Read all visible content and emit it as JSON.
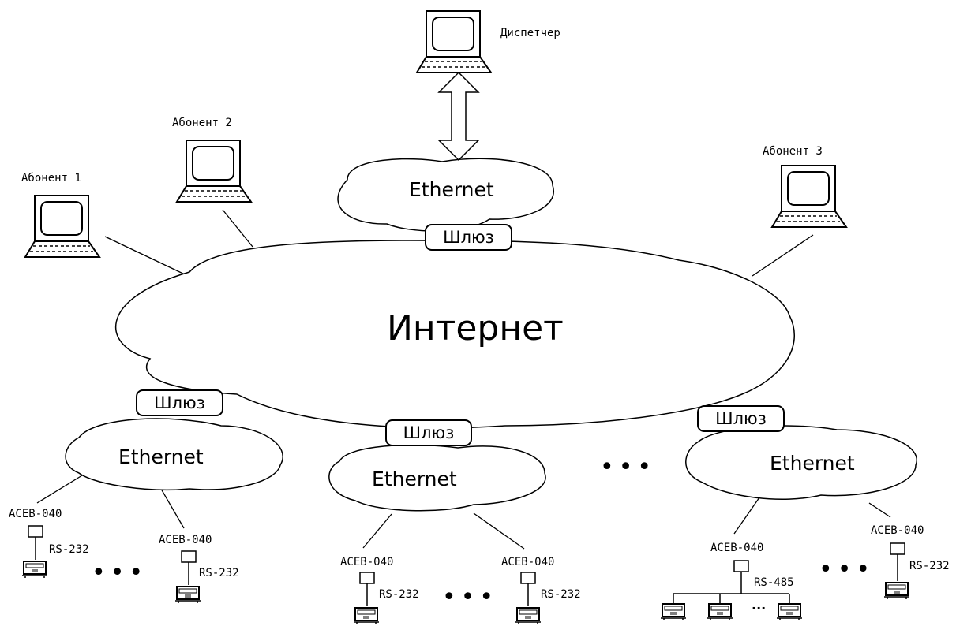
{
  "internet": "Интернет",
  "ethernet": "Ethernet",
  "gateway": "Шлюз",
  "dispatcher": "Диспетчер",
  "subscribers": [
    "Абонент 1",
    "Абонент 2",
    "Абонент 3"
  ],
  "device_model": "АСЕВ-040",
  "links": {
    "rs232": "RS-232",
    "rs485": "RS-485"
  },
  "ellipsis": "•••",
  "small_ellipsis": "..."
}
